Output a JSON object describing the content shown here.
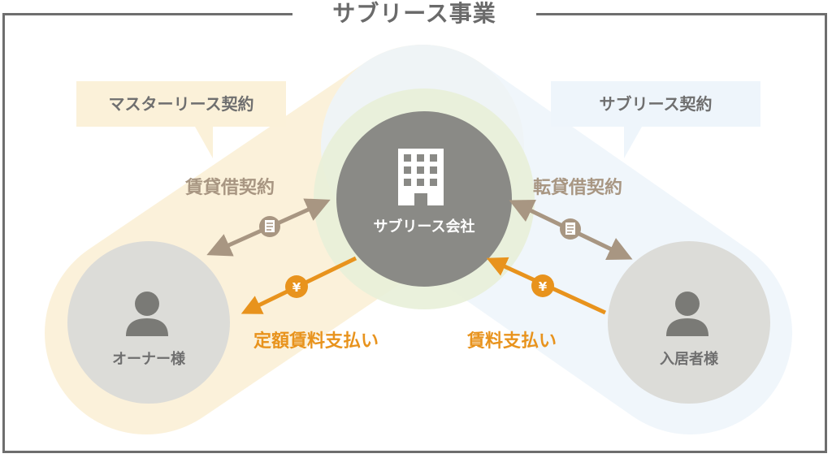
{
  "title": "サブリース事業",
  "bubbles": {
    "master": "マスターリース契約",
    "sublease": "サブリース契約"
  },
  "nodes": {
    "company": "サブリース会社",
    "owner": "オーナー様",
    "tenant": "入居者様"
  },
  "contracts": {
    "left": "賃貸借契約",
    "right": "転貸借契約"
  },
  "payments": {
    "left": "定額賃料支払い",
    "right": "賃料支払い"
  },
  "symbols": {
    "yen": "¥"
  },
  "colors": {
    "frame": "#6e6e6e",
    "company_circle": "#8a8a86",
    "person_circle": "#dcdcd8",
    "contract_arrow": "#a89682",
    "payment_arrow": "#e8931d",
    "left_band": "#fbf1d9",
    "right_band": "#eef5fb",
    "center_band": "#e8f0d8"
  }
}
